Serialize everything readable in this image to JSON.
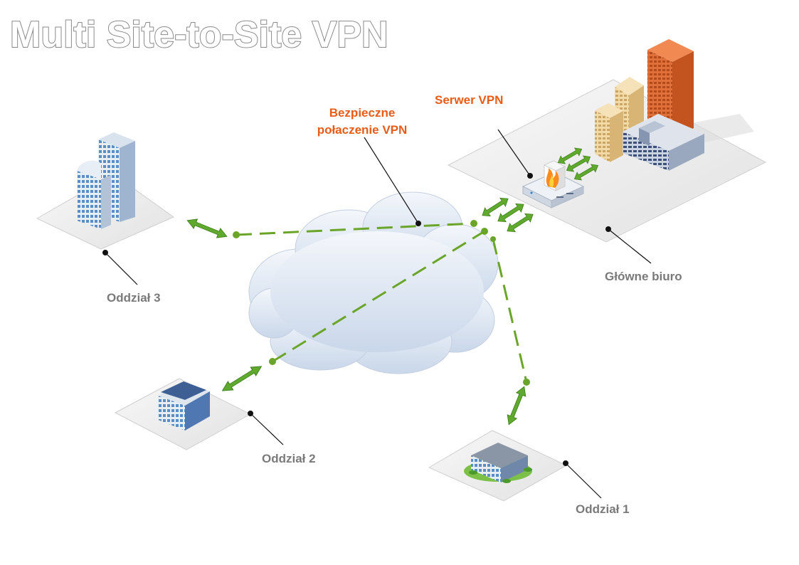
{
  "title": "Multi Site-to-Site VPN",
  "labels": {
    "secure_line1": "Bezpieczne",
    "secure_line2": "połaczenie VPN",
    "vpn_server": "Serwer VPN",
    "main_office": "Główne biuro",
    "branch3": "Oddział 3",
    "branch2": "Oddział 2",
    "branch1": "Oddział 1"
  },
  "colors": {
    "vpn_line": "#6aa52a",
    "arrow": "#5faa2e",
    "highlight_text": "#ea5b16",
    "label_text": "#7a7a7a",
    "cloud": "#dde6f2",
    "platform": "#efefef"
  },
  "icons": [
    "cloud-icon",
    "building-icon",
    "vpn-server-icon",
    "firewall-icon",
    "bidirectional-arrow-icon"
  ]
}
